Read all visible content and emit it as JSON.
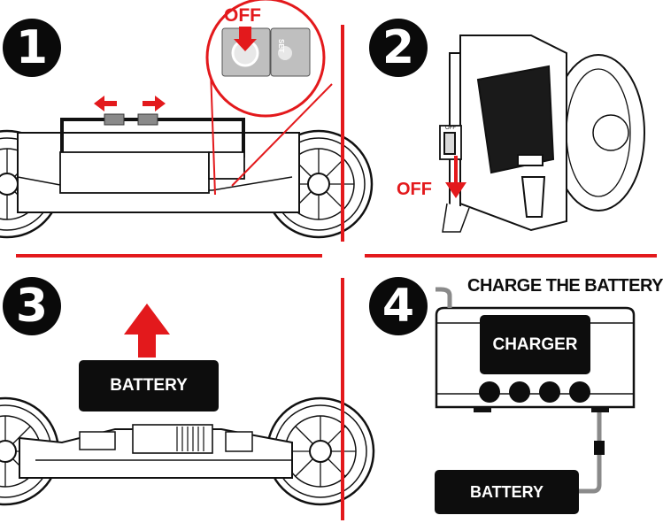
{
  "steps": [
    "1",
    "2",
    "3",
    "4"
  ],
  "panel1": {
    "off_label": "OFF",
    "set_label": "SET"
  },
  "panel2": {
    "off_label": "OFF",
    "switch_label": "OFF"
  },
  "panel3": {
    "battery_label": "BATTERY"
  },
  "panel4": {
    "heading": "CHARGE THE BATTERY",
    "charger_label": "CHARGER",
    "battery_label": "BATTERY"
  },
  "colors": {
    "accent": "#e3191c",
    "ink": "#0d0d0d",
    "connector": "#8a8a8a"
  }
}
